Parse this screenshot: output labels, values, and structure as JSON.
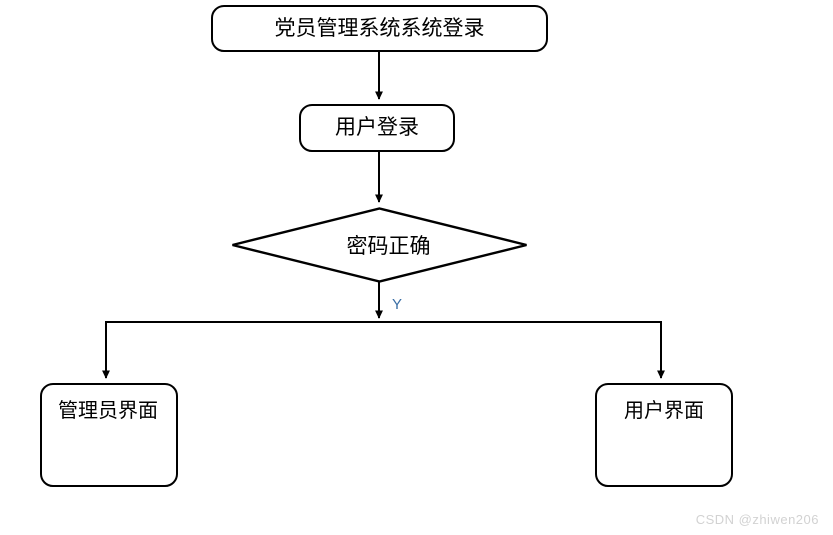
{
  "diagram": {
    "type": "flowchart",
    "title_text": "党员管理系统系统登录",
    "nodes": [
      {
        "id": "title",
        "label": "党员管理系统系统登录",
        "shape": "rounded-rect"
      },
      {
        "id": "login",
        "label": "用户登录",
        "shape": "rounded-rect"
      },
      {
        "id": "decision",
        "label": "密码正确",
        "shape": "diamond"
      },
      {
        "id": "admin",
        "label": "管理员界面",
        "shape": "rounded-rect"
      },
      {
        "id": "user",
        "label": "用户界面",
        "shape": "rounded-rect"
      }
    ],
    "edges": [
      {
        "from": "title",
        "to": "login",
        "label": ""
      },
      {
        "from": "login",
        "to": "decision",
        "label": ""
      },
      {
        "from": "decision",
        "to": "admin",
        "label": "Y"
      },
      {
        "from": "decision",
        "to": "user",
        "label": "Y"
      }
    ],
    "edge_labels": {
      "yes": "Y"
    },
    "colors": {
      "stroke": "#000000",
      "fill": "#ffffff",
      "label_text": "#000000",
      "edge_label_text": "#3a6ea5",
      "watermark": "#d2d2d2"
    }
  },
  "watermark": {
    "text": "CSDN @zhiwen206"
  }
}
